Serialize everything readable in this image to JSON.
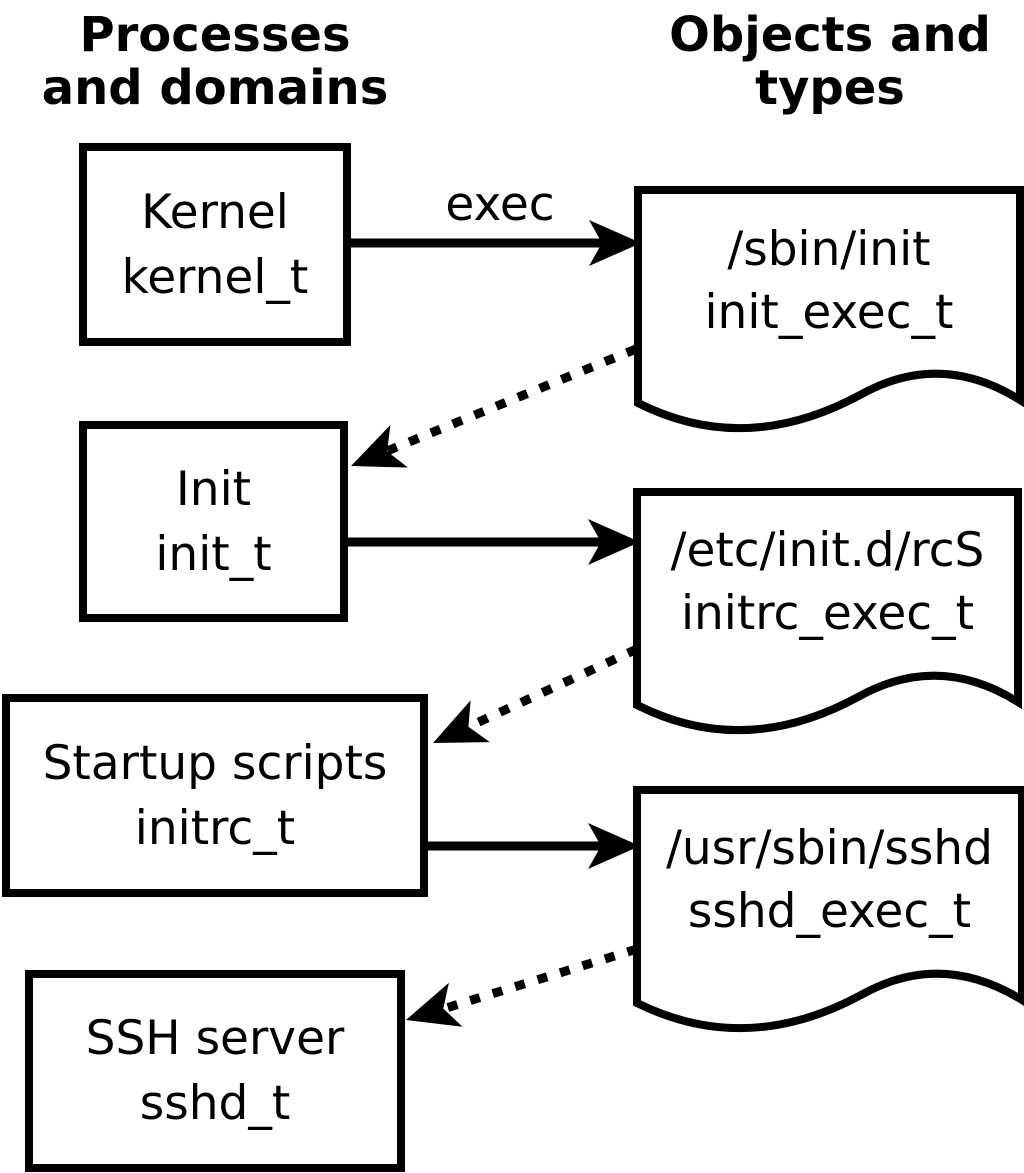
{
  "diagram": {
    "column_headings": {
      "left": {
        "line1": "Processes",
        "line2": "and domains"
      },
      "right": {
        "line1": "Objects and",
        "line2": "types"
      }
    },
    "exec_arrow_label": "exec",
    "processes": [
      {
        "name": "Kernel",
        "domain": "kernel_t"
      },
      {
        "name": "Init",
        "domain": "init_t"
      },
      {
        "name": "Startup scripts",
        "domain": "initrc_t"
      },
      {
        "name": "SSH server",
        "domain": "sshd_t"
      }
    ],
    "objects": [
      {
        "path": "/sbin/init",
        "type": "init_exec_t"
      },
      {
        "path": "/etc/init.d/rcS",
        "type": "initrc_exec_t"
      },
      {
        "path": "/usr/sbin/sshd",
        "type": "sshd_exec_t"
      }
    ],
    "colors": {
      "foreground": "#000000",
      "background": "#ffffff"
    }
  }
}
